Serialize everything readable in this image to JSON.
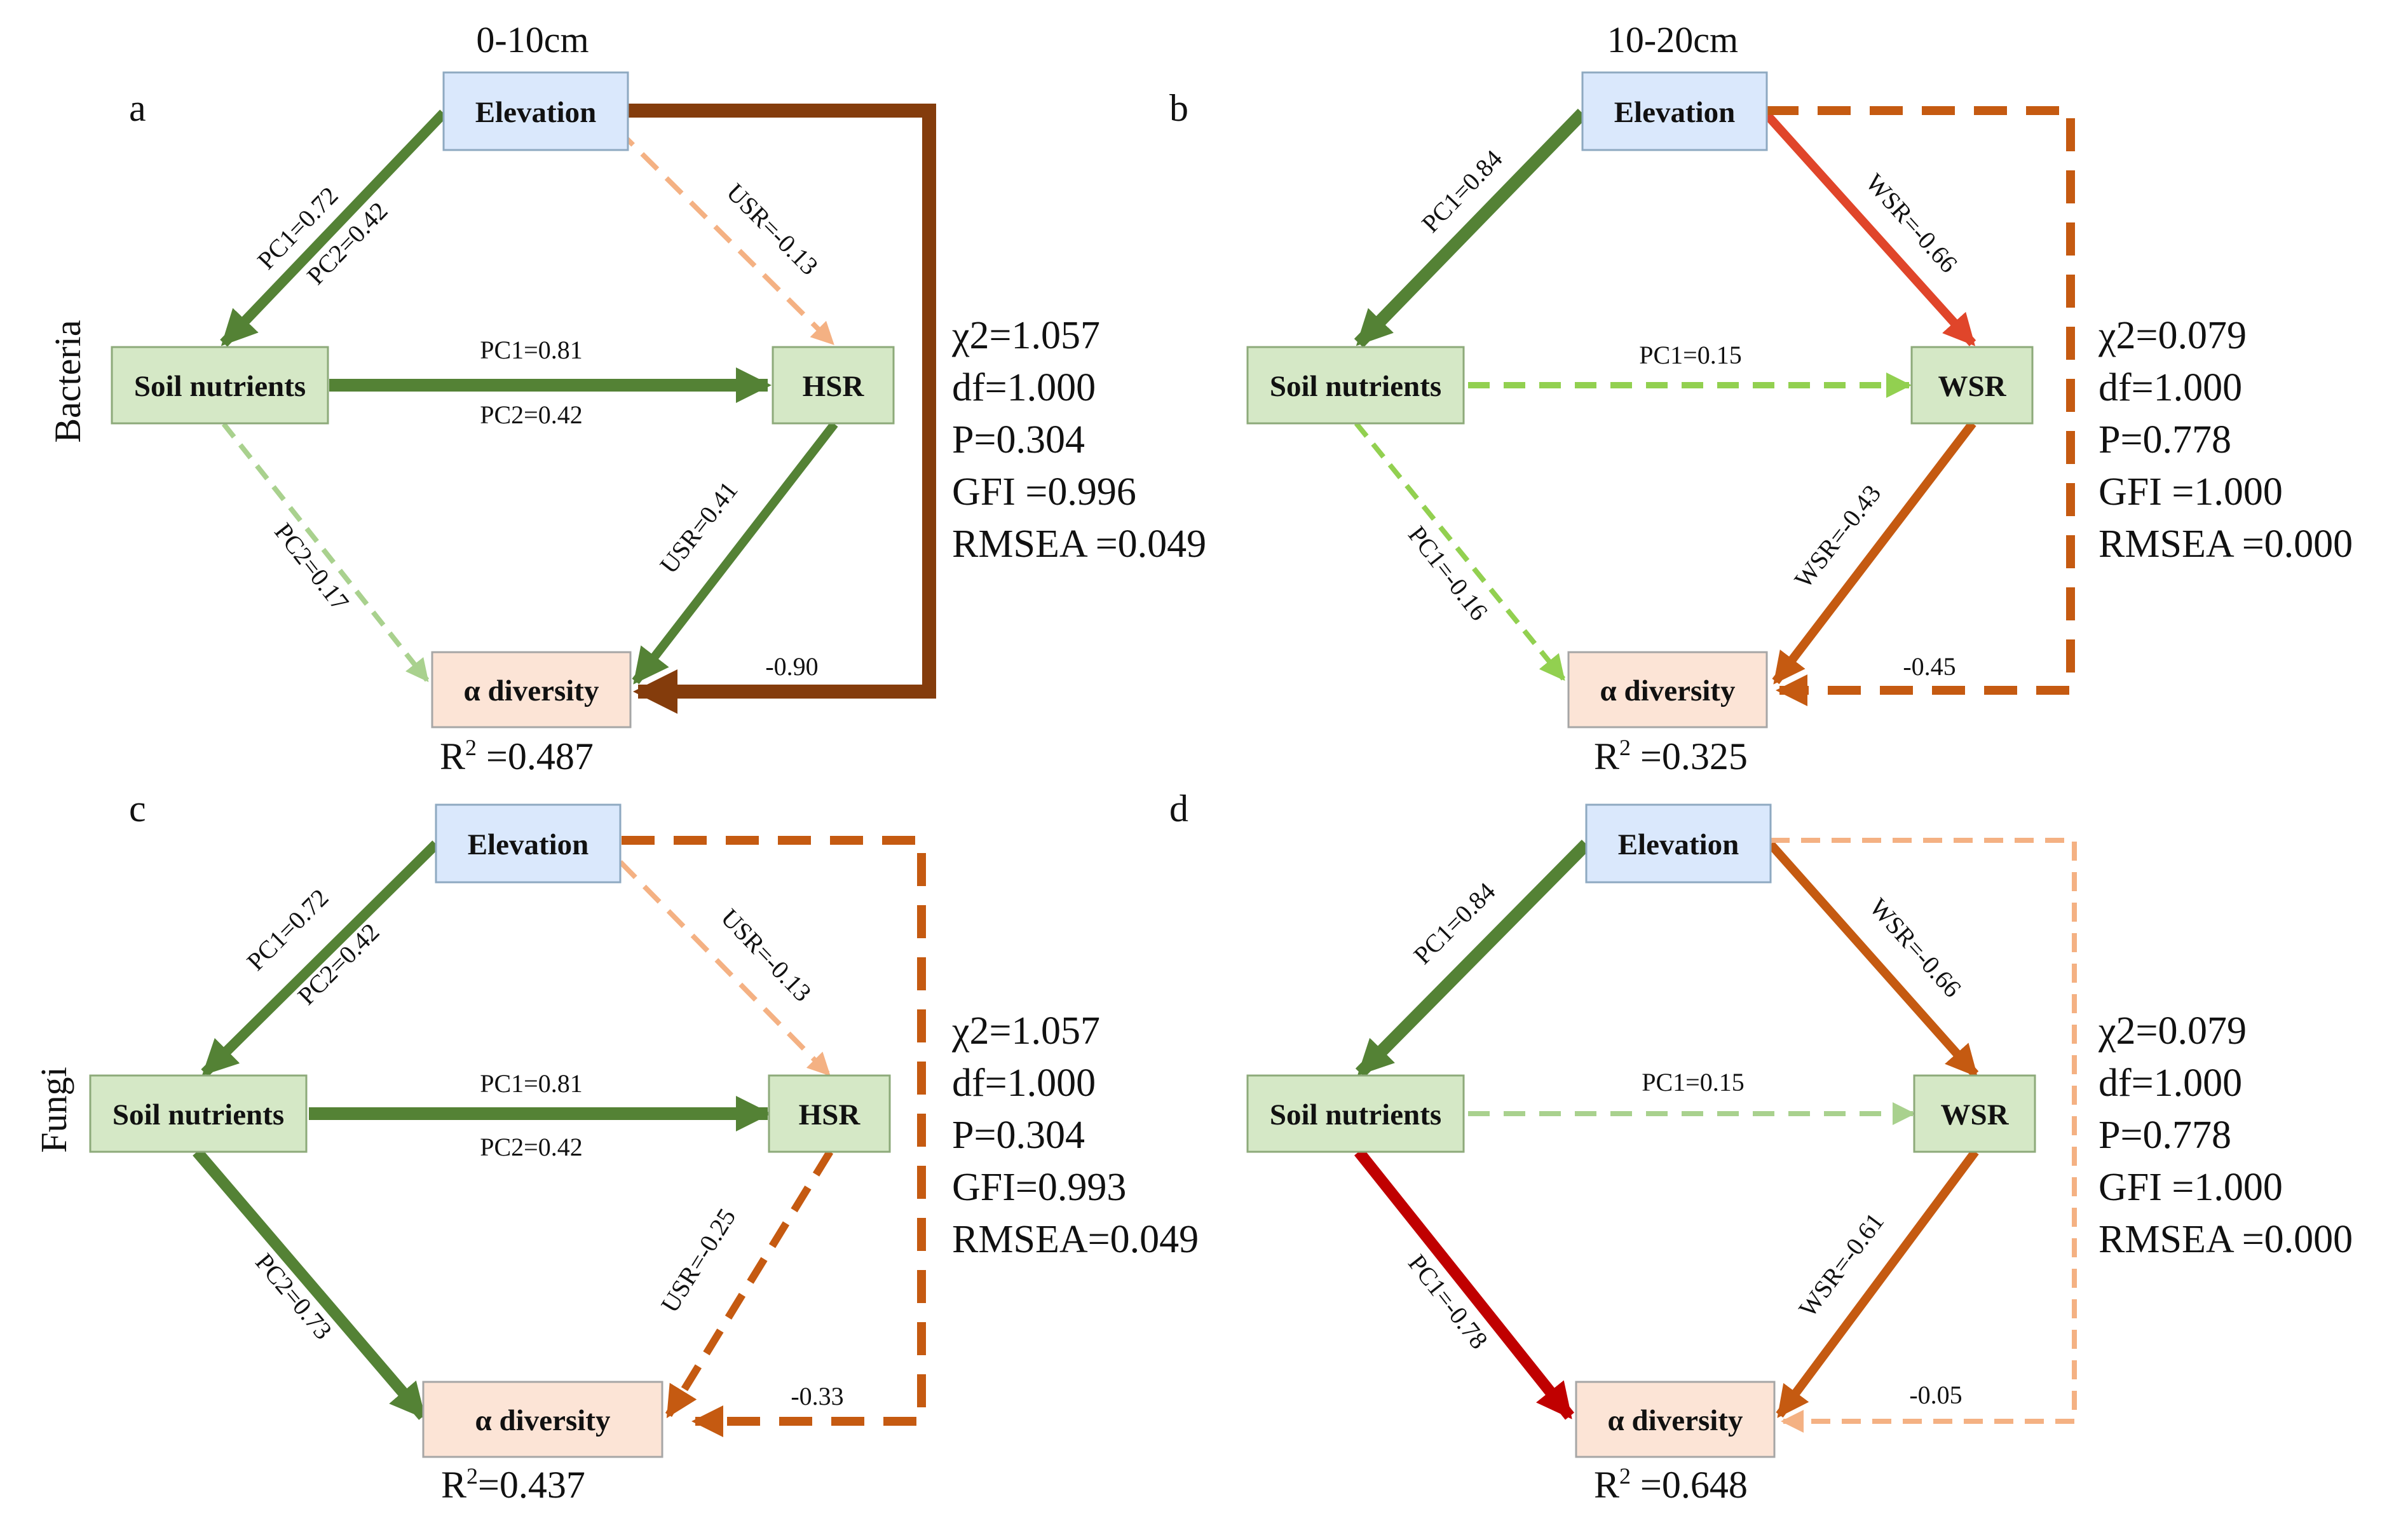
{
  "colors": {
    "green_dark": "#548235",
    "green_light": "#92D050",
    "light_orange": "#F4B183",
    "brown": "#843C0C",
    "orange": "#C55A11",
    "red_orange": "#E0452A",
    "red": "#C00000",
    "box_elev_fill": "#DAE8FC",
    "box_elev_stroke": "#8EA9C1",
    "box_green_fill": "#D5E8C6",
    "box_div_fill": "#FCE4D6"
  },
  "column_titles": [
    "0-10cm",
    "10-20cm"
  ],
  "row_titles": [
    "Bacteria",
    "Fungi"
  ],
  "panels": [
    {
      "id": "a",
      "letter": "a",
      "nodes": {
        "elevation": "Elevation",
        "soil": "Soil nutrients",
        "response": "HSR",
        "diversity": "α diversity"
      },
      "r2": {
        "label": "R",
        "sup": "2",
        "value": " =0.487"
      },
      "stats": [
        "χ2=1.057",
        "df=1.000",
        "P=0.304",
        "GFI =0.996",
        "RMSEA =0.049"
      ],
      "edges": {
        "elev_soil": {
          "labels": [
            "PC1=0.72",
            "PC2=0.42"
          ],
          "color": "#548235",
          "dashed": false
        },
        "elev_resp": {
          "labels": [
            "USR=-0.13"
          ],
          "color": "#F4B183",
          "dashed": true
        },
        "soil_resp": {
          "labels": [
            "PC1=0.81",
            "PC2=0.42"
          ],
          "color": "#548235",
          "dashed": false
        },
        "soil_div": {
          "labels": [
            "PC2=0.17"
          ],
          "color": "#A9D18E",
          "dashed": true
        },
        "resp_div": {
          "labels": [
            "USR=0.41"
          ],
          "color": "#548235",
          "dashed": false
        },
        "elev_div": {
          "labels": [
            "-0.90"
          ],
          "color": "#843C0C",
          "dashed": false
        }
      }
    },
    {
      "id": "b",
      "letter": "b",
      "nodes": {
        "elevation": "Elevation",
        "soil": "Soil nutrients",
        "response": "WSR",
        "diversity": "α diversity"
      },
      "r2": {
        "label": "R",
        "sup": "2",
        "value": " =0.325"
      },
      "stats": [
        "χ2=0.079",
        "df=1.000",
        "P=0.778",
        "GFI =1.000",
        "RMSEA =0.000"
      ],
      "edges": {
        "elev_soil": {
          "labels": [
            "PC1=0.84"
          ],
          "color": "#548235",
          "dashed": false
        },
        "elev_resp": {
          "labels": [
            "WSR=-0.66"
          ],
          "color": "#E0452A",
          "dashed": false
        },
        "soil_resp": {
          "labels": [
            "PC1=0.15"
          ],
          "color": "#92D050",
          "dashed": true
        },
        "soil_div": {
          "labels": [
            "PC1=-0.16"
          ],
          "color": "#92D050",
          "dashed": true
        },
        "resp_div": {
          "labels": [
            "WSR=-0.43"
          ],
          "color": "#C55A11",
          "dashed": false
        },
        "elev_div": {
          "labels": [
            "-0.45"
          ],
          "color": "#C55A11",
          "dashed": true
        }
      }
    },
    {
      "id": "c",
      "letter": "c",
      "nodes": {
        "elevation": "Elevation",
        "soil": "Soil nutrients",
        "response": "HSR",
        "diversity": "α diversity"
      },
      "r2": {
        "label": "R",
        "sup": "2",
        "value": "=0.437"
      },
      "stats": [
        "χ2=1.057",
        "df=1.000",
        "P=0.304",
        "GFI=0.993",
        "RMSEA=0.049"
      ],
      "edges": {
        "elev_soil": {
          "labels": [
            "PC1=0.72",
            "PC2=0.42"
          ],
          "color": "#548235",
          "dashed": false
        },
        "elev_resp": {
          "labels": [
            "USR=-0.13"
          ],
          "color": "#F4B183",
          "dashed": true
        },
        "soil_resp": {
          "labels": [
            "PC1=0.81",
            "PC2=0.42"
          ],
          "color": "#548235",
          "dashed": false
        },
        "soil_div": {
          "labels": [
            "PC2=0.73"
          ],
          "color": "#548235",
          "dashed": false
        },
        "resp_div": {
          "labels": [
            "USR=-0.25"
          ],
          "color": "#C55A11",
          "dashed": true
        },
        "elev_div": {
          "labels": [
            "-0.33"
          ],
          "color": "#C55A11",
          "dashed": true
        }
      }
    },
    {
      "id": "d",
      "letter": "d",
      "nodes": {
        "elevation": "Elevation",
        "soil": "Soil nutrients",
        "response": "WSR",
        "diversity": "α diversity"
      },
      "r2": {
        "label": "R",
        "sup": "2",
        "value": " =0.648"
      },
      "stats": [
        "χ2=0.079",
        "df=1.000",
        "P=0.778",
        "GFI =1.000",
        "RMSEA =0.000"
      ],
      "edges": {
        "elev_soil": {
          "labels": [
            "PC1=0.84"
          ],
          "color": "#548235",
          "dashed": false
        },
        "elev_resp": {
          "labels": [
            "WSR=-0.66"
          ],
          "color": "#C55A11",
          "dashed": false
        },
        "soil_resp": {
          "labels": [
            "PC1=0.15"
          ],
          "color": "#A9D18E",
          "dashed": true
        },
        "soil_div": {
          "labels": [
            "PC1=-0.78"
          ],
          "color": "#C00000",
          "dashed": false
        },
        "resp_div": {
          "labels": [
            "WSR=-0.61"
          ],
          "color": "#C55A11",
          "dashed": false
        },
        "elev_div": {
          "labels": [
            "-0.05"
          ],
          "color": "#F4B183",
          "dashed": true
        }
      }
    }
  ]
}
